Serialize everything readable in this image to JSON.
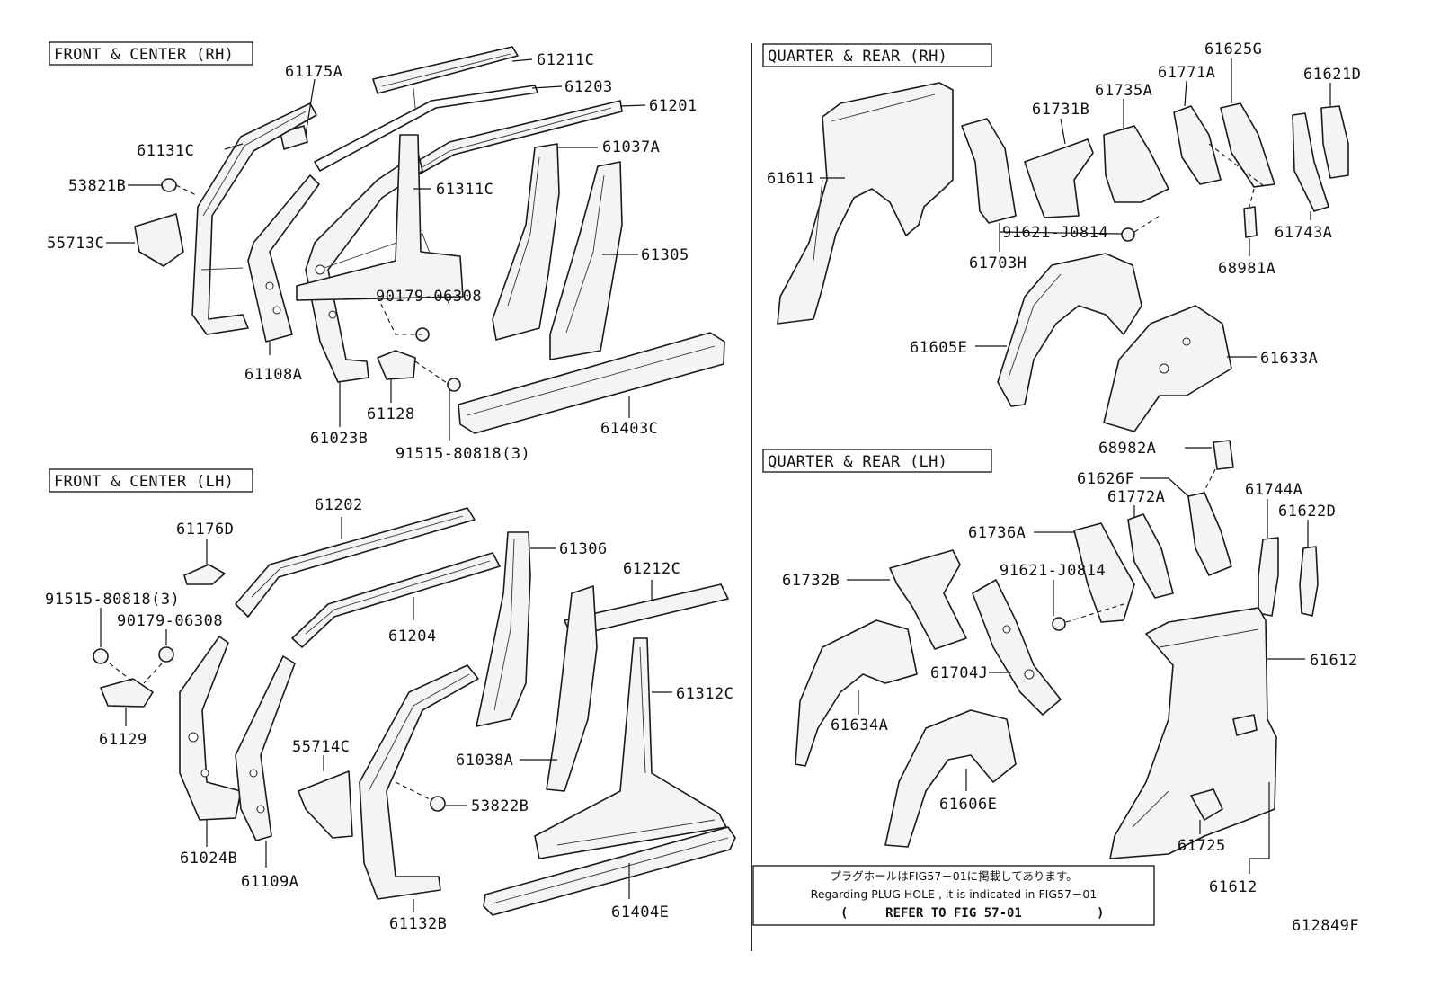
{
  "sections": {
    "front_center_rh": "FRONT & CENTER (RH)",
    "front_center_lh": "FRONT & CENTER (LH)",
    "quarter_rear_rh": "QUARTER  &  REAR (RH)",
    "quarter_rear_lh": "QUARTER  &  REAR (LH)"
  },
  "labels": {
    "p61211C": "61211C",
    "p61203": "61203",
    "p61201": "61201",
    "p61175A": "61175A",
    "p61131C": "61131C",
    "p53821B": "53821B",
    "p55713C": "55713C",
    "p61311C": "61311C",
    "p61037A": "61037A",
    "p61305": "61305",
    "p90179_rh": "90179-06308",
    "p61108A": "61108A",
    "p61128": "61128",
    "p61023B": "61023B",
    "p91515_rh": "91515-80818(3)",
    "p61403C": "61403C",
    "p61202": "61202",
    "p61176D": "61176D",
    "p61306": "61306",
    "p61212C": "61212C",
    "p91515_lh": "91515-80818(3)",
    "p90179_lh": "90179-06308",
    "p61204": "61204",
    "p61129": "61129",
    "p61312C": "61312C",
    "p55714C": "55714C",
    "p61038A": "61038A",
    "p53822B": "53822B",
    "p61024B": "61024B",
    "p61109A": "61109A",
    "p61132B": "61132B",
    "p61404E": "61404E",
    "p61611": "61611",
    "p61731B": "61731B",
    "p61735A": "61735A",
    "p61771A": "61771A",
    "p61625G": "61625G",
    "p61621D": "61621D",
    "p91621_rh": "91621-J0814",
    "p61703H": "61703H",
    "p61743A": "61743A",
    "p68981A": "68981A",
    "p61605E": "61605E",
    "p61633A": "61633A",
    "p68982A": "68982A",
    "p61626F": "61626F",
    "p61772A": "61772A",
    "p61744A": "61744A",
    "p61622D": "61622D",
    "p61736A": "61736A",
    "p61732B": "61732B",
    "p91621_lh": "91621-J0814",
    "p61612a": "61612",
    "p61704J": "61704J",
    "p61634A": "61634A",
    "p61606E": "61606E",
    "p61725": "61725",
    "p61612b": "61612"
  },
  "note": {
    "line1": "プラグホールはFIG57－01に掲載してあります。",
    "line2": "Regarding  PLUG HOLE , it is indicated in FIG57－01",
    "line3_open": "(",
    "line3_ref": "REFER TO FIG 57-01",
    "line3_close": ")"
  },
  "figure_id": "612849F"
}
